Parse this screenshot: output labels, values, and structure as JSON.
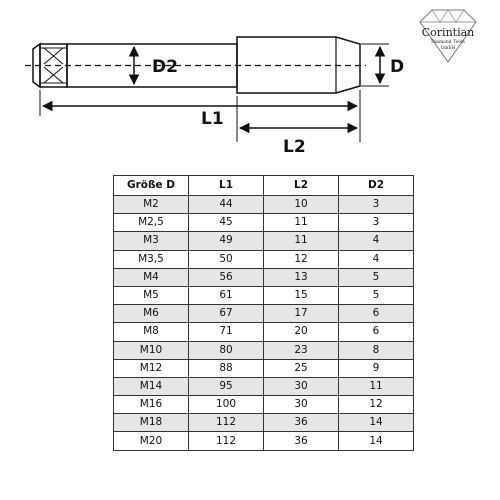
{
  "diagram": {
    "labels": {
      "d2": "D2",
      "d": "D",
      "l1": "L1",
      "l2": "L2"
    }
  },
  "logo": {
    "brand": "Corintian",
    "line2": "Diamond Tools",
    "line3": "GmbH"
  },
  "table": {
    "headers": [
      "Größe D",
      "L1",
      "L2",
      "D2"
    ],
    "rows": [
      [
        "M2",
        "44",
        "10",
        "3"
      ],
      [
        "M2,5",
        "45",
        "11",
        "3"
      ],
      [
        "M3",
        "49",
        "11",
        "4"
      ],
      [
        "M3,5",
        "50",
        "12",
        "4"
      ],
      [
        "M4",
        "56",
        "13",
        "5"
      ],
      [
        "M5",
        "61",
        "15",
        "5"
      ],
      [
        "M6",
        "67",
        "17",
        "6"
      ],
      [
        "M8",
        "71",
        "20",
        "6"
      ],
      [
        "M10",
        "80",
        "23",
        "8"
      ],
      [
        "M12",
        "88",
        "25",
        "9"
      ],
      [
        "M14",
        "95",
        "30",
        "11"
      ],
      [
        "M16",
        "100",
        "30",
        "12"
      ],
      [
        "M18",
        "112",
        "36",
        "14"
      ],
      [
        "M20",
        "112",
        "36",
        "14"
      ]
    ]
  }
}
